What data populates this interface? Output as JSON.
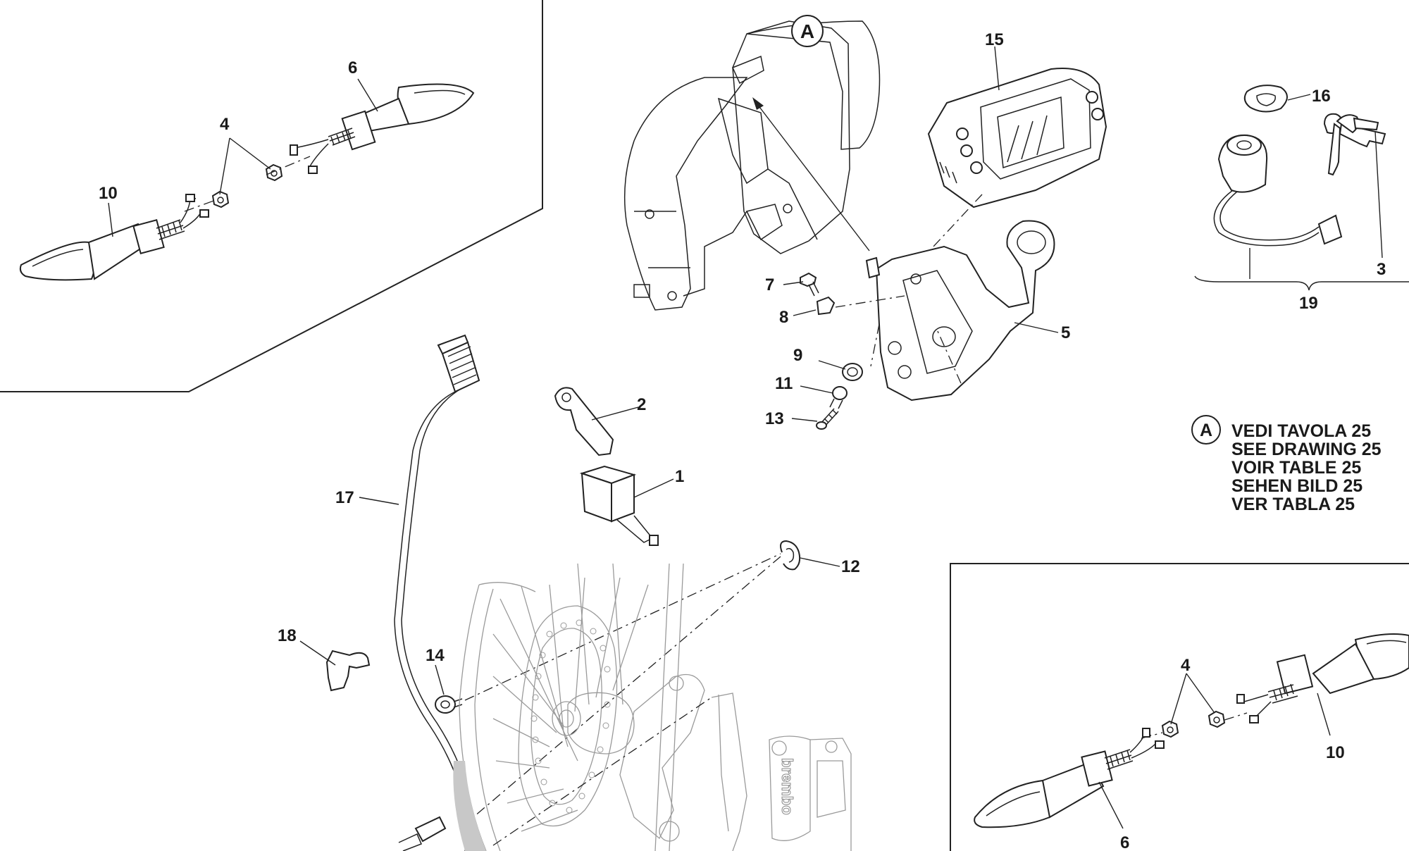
{
  "callouts": {
    "c10a": "10",
    "c6a": "6",
    "c4a": "4",
    "cA": "A",
    "c15": "15",
    "c16": "16",
    "c3": "3",
    "c19": "19",
    "c7": "7",
    "c8": "8",
    "c5": "5",
    "c9": "9",
    "c11": "11",
    "c13": "13",
    "c2": "2",
    "c1": "1",
    "c17": "17",
    "c12": "12",
    "c18": "18",
    "c14": "14",
    "c4b": "4",
    "c10b": "10",
    "c6b": "6"
  },
  "reference_note": {
    "symbol": "A",
    "lines": [
      "VEDI TAVOLA 25",
      "SEE DRAWING 25",
      "VOIR TABLE 25",
      "SEHEN BILD 25",
      "VER TABLA 25"
    ]
  },
  "brand_marking": "brembo"
}
